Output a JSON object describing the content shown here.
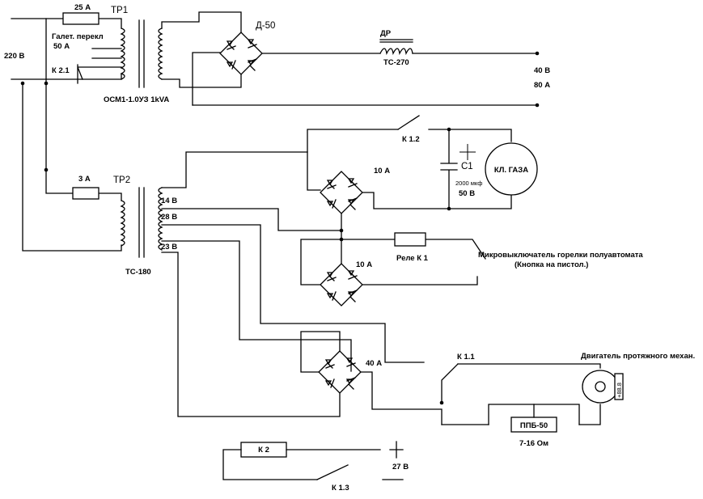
{
  "labels": {
    "fuse_main": "25 А",
    "tr1": "ТР1",
    "d50": "Д-50",
    "switch_gal_1": "Галет. перекл",
    "switch_gal_2": "50 А",
    "mains": "220 В",
    "k21": "К 2.1",
    "tr1_type": "ОСМ1-1.0УЗ 1kVA",
    "choke": "ДР",
    "choke_type": "ТС-270",
    "out_v": "40 В",
    "out_a": "80 А",
    "k12": "К 1.2",
    "c1": "С1",
    "c1_value_1": "2000 мкф",
    "c1_value_2": "50 В",
    "gas_valve": "КЛ. ГАЗА",
    "bridge1_amp": "10 А",
    "fuse_tr2": "3 А",
    "tr2": "ТР2",
    "tap14": "14 В",
    "tap28": "28 В",
    "tap23": "23 В",
    "tr2_type": "ТС-180",
    "relay_k1": "Реле К 1",
    "bridge2_amp": "10 А",
    "microswitch_1": "Микровыключатель горелки полуавтомата",
    "microswitch_2": "(Кнопка на пистол.)",
    "bridge3_amp": "40 А",
    "k11": "К 1.1",
    "motor": "Двигатель протяжного механ.",
    "motor_display": "+88.8",
    "rheostat": "ППБ-50",
    "rheostat_value": "7-16  Ом",
    "k2": "К 2",
    "v27": "27 В",
    "k13": "К 1.3"
  },
  "colors": {
    "line": "#000000",
    "background": "#ffffff"
  },
  "icons": [
    "fuse-icon",
    "transformer-icon",
    "diode-bridge-icon",
    "choke-icon",
    "switch-contact-icon",
    "capacitor-icon",
    "gas-valve-icon",
    "relay-coil-icon",
    "motor-icon",
    "rheostat-icon"
  ]
}
